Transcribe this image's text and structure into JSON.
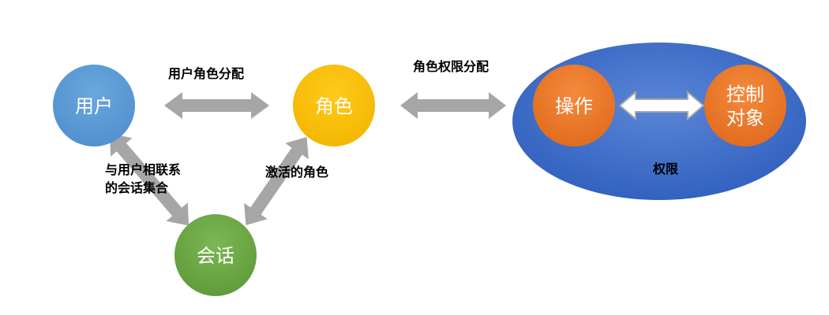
{
  "nodes": {
    "user": {
      "label": "用户",
      "color": "#5b9bd5"
    },
    "role": {
      "label": "角色",
      "color": "#ffc000"
    },
    "session": {
      "label": "会话",
      "color": "#70ad47"
    },
    "operation": {
      "label": "操作",
      "color": "#ed7d31"
    },
    "object": {
      "label_line1": "控制",
      "label_line2": "对象",
      "color": "#ed7d31"
    }
  },
  "permission": {
    "label": "权限",
    "color": "#4472c4"
  },
  "edges": {
    "user_role": "用户角色分配",
    "role_permission": "角色权限分配",
    "user_session_line1": "与用户相联系",
    "user_session_line2": "的会话集合",
    "session_role": "激活的角色"
  },
  "arrow_color": "#a6a6a6"
}
